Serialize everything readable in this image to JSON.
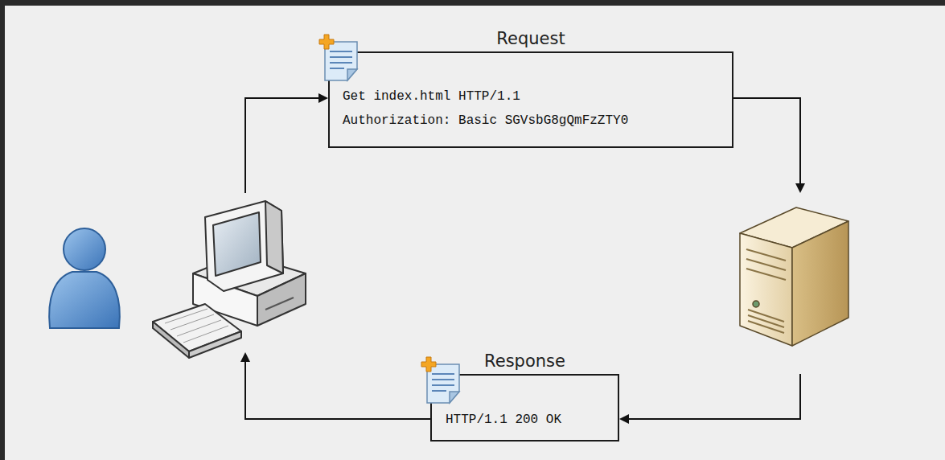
{
  "diagram": {
    "nodes": [
      {
        "text": [
          "Request",
          "Get index.html HTTP/1.1",
          "Authorization: Basic SGVsbG8gQmFzZTY0"
        ]
      },
      {
        "text": [
          "Response",
          "HTTP/1.1 200 OK"
        ]
      }
    ]
  }
}
